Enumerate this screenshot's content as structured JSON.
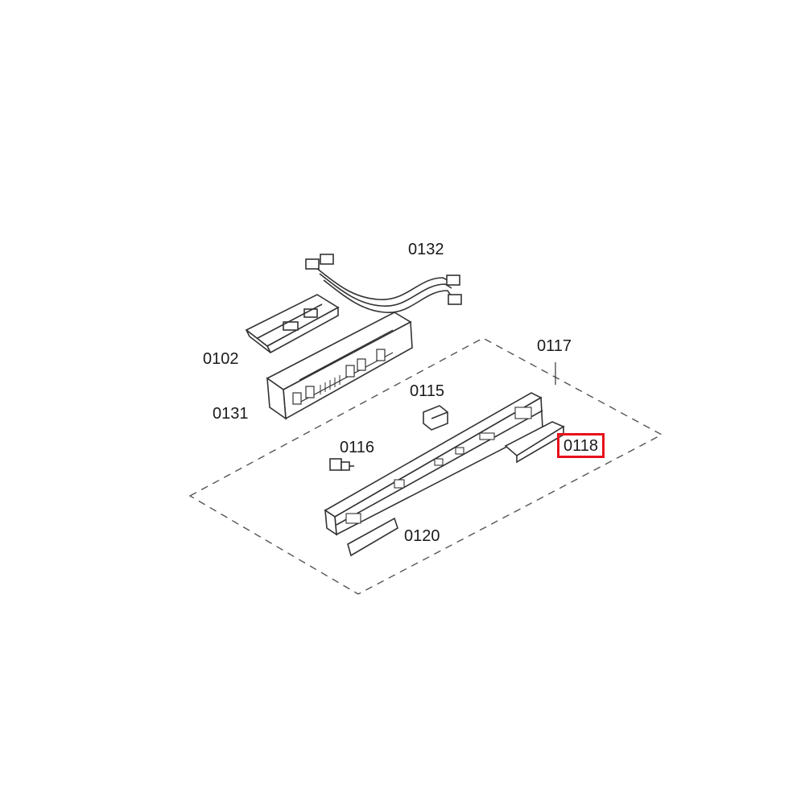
{
  "labels": {
    "p0132": "0132",
    "p0102": "0102",
    "p0131": "0131",
    "p0117": "0117",
    "p0115": "0115",
    "p0116": "0116",
    "p0118": "0118",
    "p0120": "0120"
  },
  "highlight": {
    "part": "0118",
    "color": "#e8101a"
  }
}
